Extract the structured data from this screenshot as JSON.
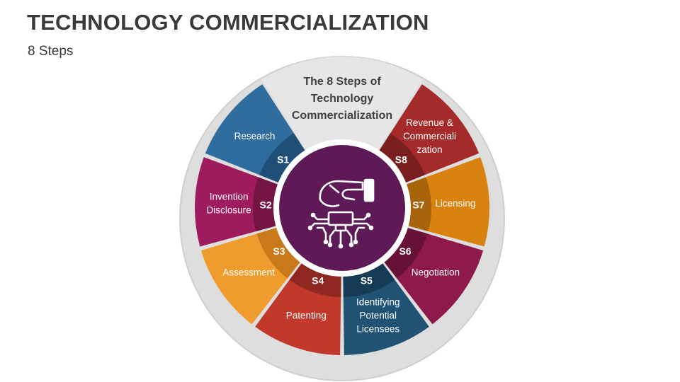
{
  "header": {
    "title": "TECHNOLOGY COMMERCIALIZATION",
    "subtitle": "8 Steps"
  },
  "diagram": {
    "heading_lines": [
      "The 8 Steps of",
      "Technology",
      "Commercialization"
    ],
    "center_icon": "hand-circuit-icon",
    "steps": [
      {
        "code": "S1",
        "label_lines": [
          "Research"
        ],
        "color": "#2e6d9e",
        "dark": "#1f4f77"
      },
      {
        "code": "S2",
        "label_lines": [
          "Invention",
          "Disclosure"
        ],
        "color": "#9e1c5e",
        "dark": "#731443"
      },
      {
        "code": "S3",
        "label_lines": [
          "Assessment"
        ],
        "color": "#f09b2d",
        "dark": "#c9781a"
      },
      {
        "code": "S4",
        "label_lines": [
          "Patenting"
        ],
        "color": "#c0392b",
        "dark": "#8f2820"
      },
      {
        "code": "S5",
        "label_lines": [
          "Identifying",
          "Potential",
          "Licensees"
        ],
        "color": "#1f5273",
        "dark": "#163b54"
      },
      {
        "code": "S6",
        "label_lines": [
          "Negotiation"
        ],
        "color": "#8e1a4c",
        "dark": "#661236"
      },
      {
        "code": "S7",
        "label_lines": [
          "Licensing"
        ],
        "color": "#d9820f",
        "dark": "#a8640b"
      },
      {
        "code": "S8",
        "label_lines": [
          "Revenue &",
          "Commerciali",
          "zation"
        ],
        "color": "#a52a2a",
        "dark": "#7a1e1e"
      }
    ],
    "colors": {
      "outer_ring": "#dedede",
      "outer_ring_stroke": "#cfcfcf",
      "top_segment": "#e6e6e6",
      "center": "#5e1a57",
      "center_ring": "#ffffff",
      "heading_text": "#3f3f3f"
    }
  }
}
